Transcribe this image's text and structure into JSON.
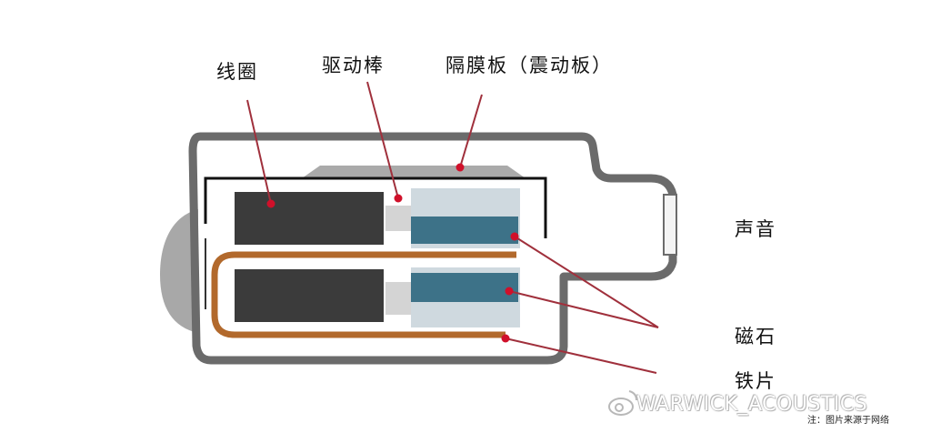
{
  "labels": {
    "coil": "线圈",
    "drive_rod": "驱动棒",
    "diaphragm": "隔膜板（震动板）",
    "sound": "声音",
    "magnet": "磁石",
    "iron_plate": "铁片"
  },
  "watermark": "WARWICK_ACOUSTICS",
  "source_note": "注：图片来源于网络",
  "colors": {
    "housing": "#6b6b6b",
    "coil": "#3b3b3b",
    "magnet": "#3d7288",
    "magnet_frame": "#cfd9df",
    "armature": "#b2692c",
    "leader": "#a0303c",
    "dot": "#d0102a"
  }
}
